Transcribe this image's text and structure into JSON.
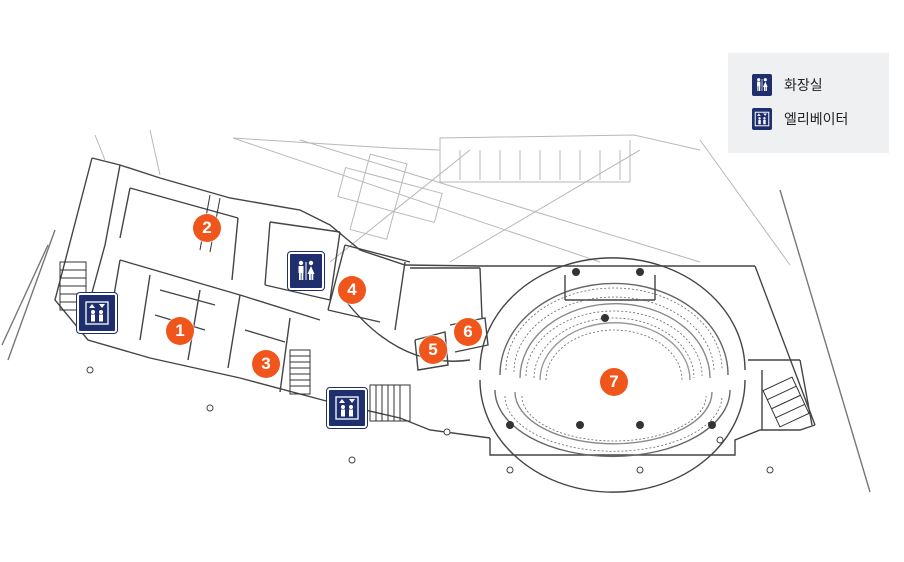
{
  "colors": {
    "marker": "#f0561b",
    "sign": "#1f2f6e",
    "line": "#444444",
    "legend_bg": "#eff0f2"
  },
  "legend": {
    "items": [
      {
        "icon": "restroom-icon",
        "label": "화장실"
      },
      {
        "icon": "elevator-icon",
        "label": "엘리베이터"
      }
    ]
  },
  "markers": [
    {
      "number": "1"
    },
    {
      "number": "2"
    },
    {
      "number": "3"
    },
    {
      "number": "4"
    },
    {
      "number": "5"
    },
    {
      "number": "6"
    },
    {
      "number": "7"
    }
  ],
  "symbols": [
    {
      "type": "restroom-icon"
    },
    {
      "type": "elevator-icon"
    },
    {
      "type": "elevator-icon"
    }
  ]
}
